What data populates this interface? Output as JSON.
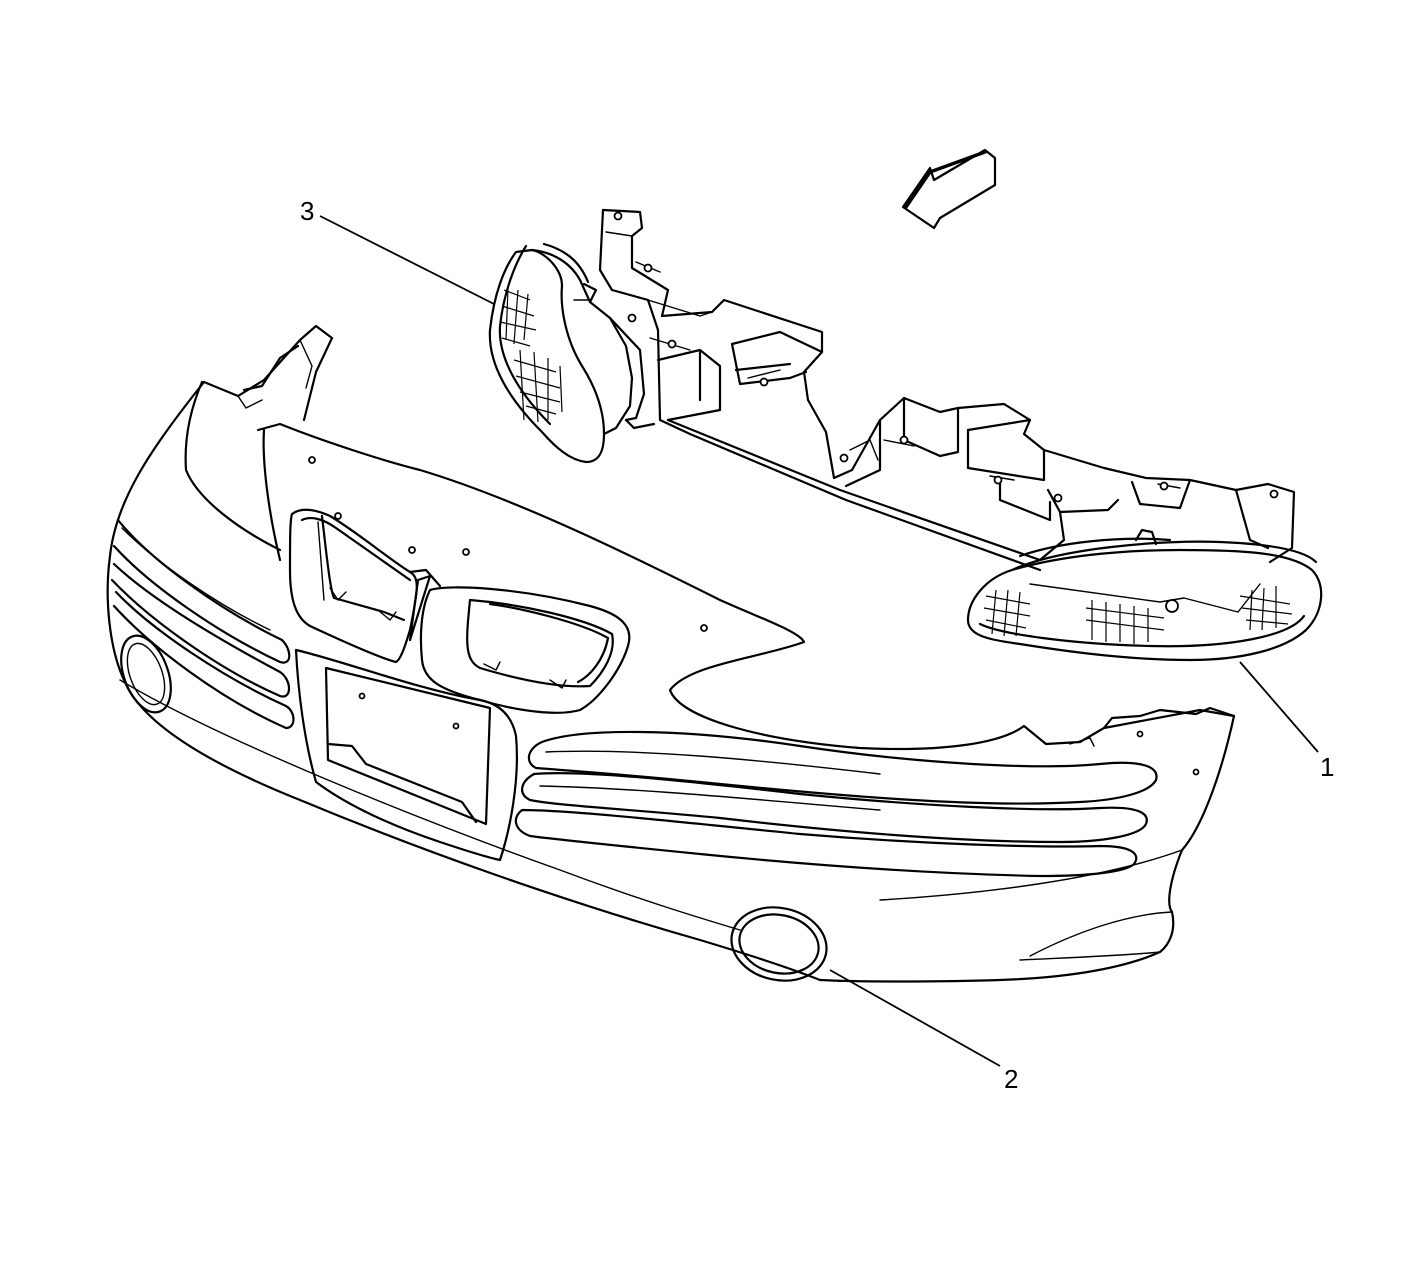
{
  "callouts": [
    {
      "id": "1",
      "label": "1"
    },
    {
      "id": "2",
      "label": "2"
    },
    {
      "id": "3",
      "label": "3"
    }
  ],
  "colors": {
    "line": "#000000",
    "background": "#ffffff"
  },
  "icons": {
    "direction_arrow": "front-direction-arrow-icon"
  }
}
